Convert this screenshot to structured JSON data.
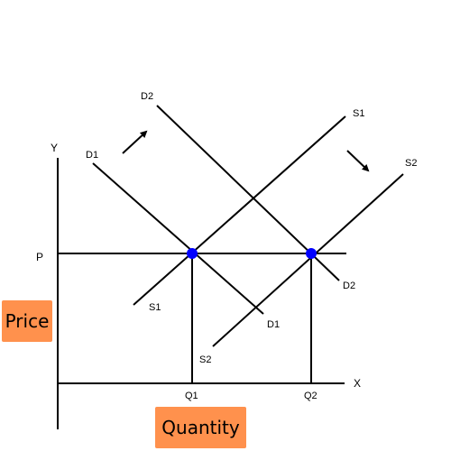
{
  "axes": {
    "y_label": "Y",
    "x_label": "X",
    "price_level": "P"
  },
  "curves": {
    "d1": {
      "top": "D1",
      "bottom": "D1"
    },
    "d2": {
      "top": "D2",
      "bottom": "D2"
    },
    "s1": {
      "top": "S1",
      "bottom": "S1"
    },
    "s2": {
      "top": "S2",
      "bottom": "S2"
    }
  },
  "quantities": {
    "q1": "Q1",
    "q2": "Q2"
  },
  "tags": {
    "price": "Price",
    "quantity": "Quantity"
  },
  "colors": {
    "equilibrium_point": "#0000ff",
    "tag_background": "#ff914d",
    "lines": "#000000"
  }
}
